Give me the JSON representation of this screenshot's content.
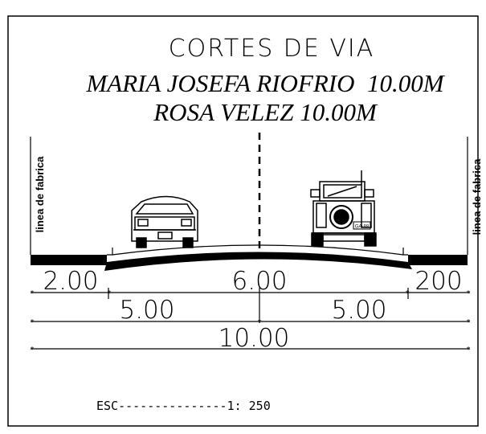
{
  "drawing": {
    "title": "CORTES DE VIA",
    "street_line_1": "MARIA JOSEFA RIOFRIO  10.00M",
    "street_line_2": "ROSA VELEZ 10.00M",
    "left_side_label": "linea de fabrica",
    "right_side_label": "linea de fabrica",
    "plate_text": "GA-88",
    "colors": {
      "line": "#000000",
      "paper": "#ffffff"
    }
  },
  "dimensions": {
    "sidewalk_left": "2.00",
    "roadway": "6.00",
    "sidewalk_right": "200",
    "half_left": "5.00",
    "half_right": "5.00",
    "total": "10.00"
  },
  "scale": {
    "label": "ESC",
    "dashes": "---------------",
    "value": "1: 250"
  }
}
